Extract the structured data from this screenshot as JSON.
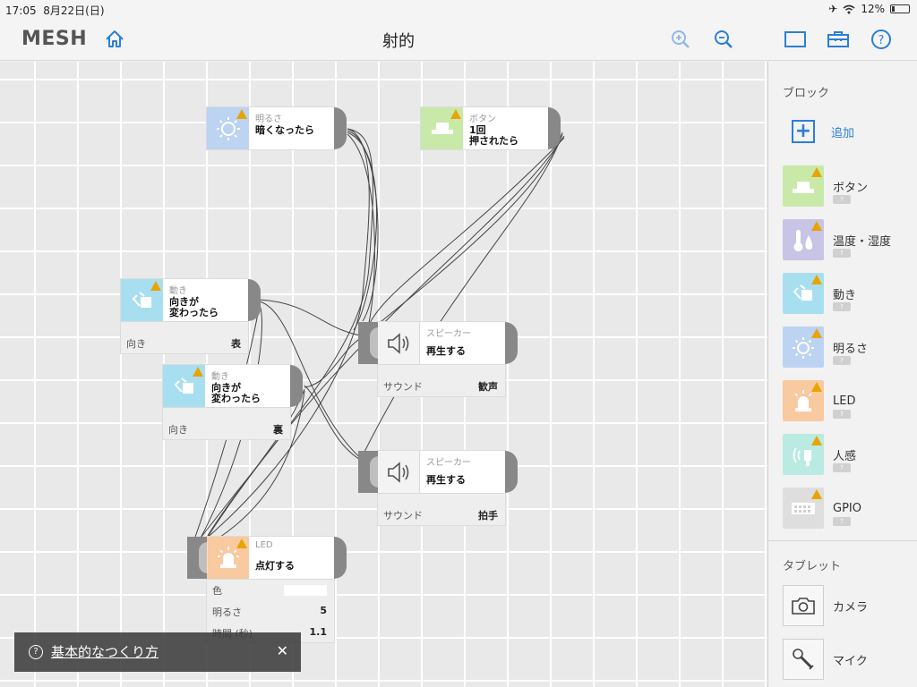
{
  "status_bar": {
    "time": "17:05",
    "date": "8月22日(日)",
    "battery": "12%"
  },
  "nav": {
    "logo": "MESH",
    "title": "射的"
  },
  "sidebar": {
    "blocks_title": "ブロック",
    "add_label": "追加",
    "items": [
      {
        "label": "ボタン",
        "color": "#c9e9a9",
        "icon": "button-icon"
      },
      {
        "label": "温度・湿度",
        "color": "#c7c4e6",
        "icon": "thermometer-icon"
      },
      {
        "label": "動き",
        "color": "#a8dff0",
        "icon": "motion-icon"
      },
      {
        "label": "明るさ",
        "color": "#bcd3f2",
        "icon": "brightness-icon"
      },
      {
        "label": "LED",
        "color": "#f9c9a0",
        "icon": "led-icon"
      },
      {
        "label": "人感",
        "color": "#b9ebe2",
        "icon": "human-sensor-icon"
      },
      {
        "label": "GPIO",
        "color": "#dedede",
        "icon": "gpio-icon"
      }
    ],
    "badge": "?",
    "tablet_title": "タブレット",
    "tablet_items": [
      {
        "label": "カメラ",
        "icon": "camera-icon"
      },
      {
        "label": "マイク",
        "icon": "microphone-icon"
      }
    ]
  },
  "canvas": {
    "blocks": {
      "brightness": {
        "type": "明るさ",
        "action": "暗くなったら"
      },
      "button": {
        "type": "ボタン",
        "action": "1回\n押されたら"
      },
      "motion1": {
        "type": "動き",
        "action": "向きが\n変わったら",
        "param_label": "向き",
        "param_value": "表"
      },
      "motion2": {
        "type": "動き",
        "action": "向きが\n変わったら",
        "param_label": "向き",
        "param_value": "裏"
      },
      "speaker1": {
        "type": "スピーカー",
        "action": "再生する",
        "param_label": "サウンド",
        "param_value": "歓声"
      },
      "speaker2": {
        "type": "スピーカー",
        "action": "再生する",
        "param_label": "サウンド",
        "param_value": "拍手"
      },
      "led": {
        "type": "LED",
        "action": "点灯する",
        "color_label": "色",
        "brightness_label": "明るさ",
        "brightness_value": "5",
        "time_label": "時間 (秒)",
        "time_value": "1.1"
      }
    }
  },
  "guide": {
    "text": "基本的なつくり方",
    "close": "✕",
    "help": "?"
  },
  "colors": {
    "accent": "#2b7fd8",
    "warning": "#e8a400"
  }
}
